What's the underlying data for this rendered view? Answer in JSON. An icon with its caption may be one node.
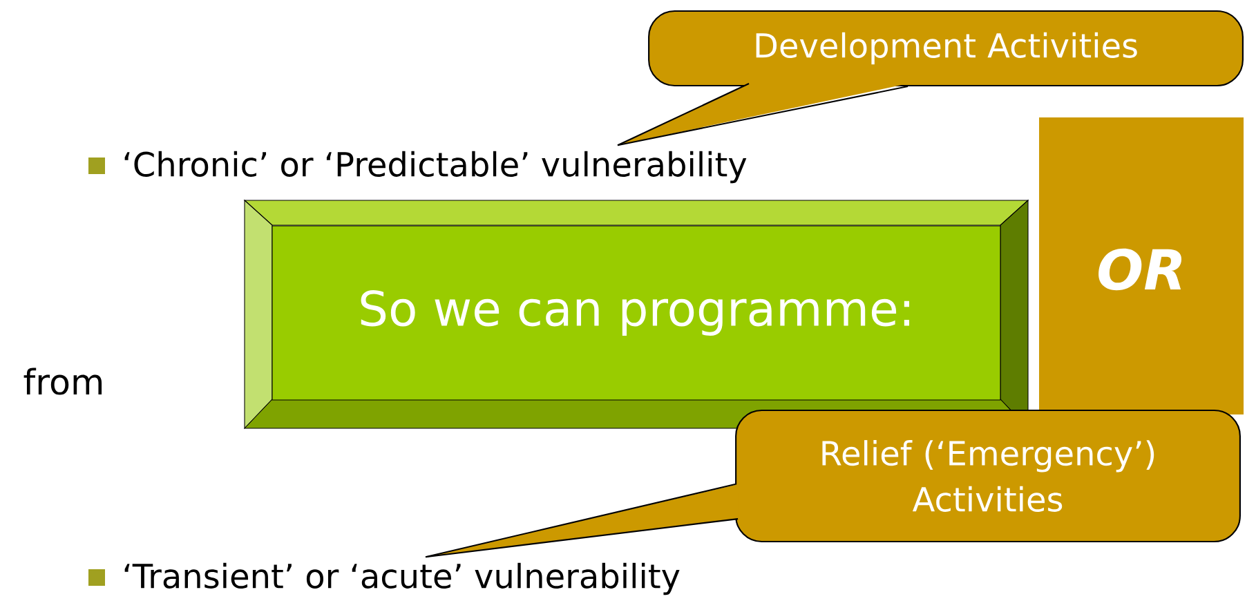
{
  "diagram": {
    "nodes": [
      {
        "text": [
          "‘Chronic’ or ‘Predictable’ vulnerability"
        ]
      },
      {
        "text": [
          "So we can programme:"
        ]
      },
      {
        "text": [
          "OR"
        ]
      },
      {
        "text": [
          "Development Activities"
        ]
      },
      {
        "text": [
          "Relief (‘Emergency’) Activities"
        ]
      },
      {
        "text": [
          "‘Transient’ or ‘acute’ vulnerability"
        ]
      }
    ],
    "edges": [
      {
        "from": 3,
        "to": 0,
        "arrow": "none"
      },
      {
        "from": 4,
        "to": 5,
        "arrow": "none"
      }
    ],
    "labels": [
      "from"
    ]
  }
}
